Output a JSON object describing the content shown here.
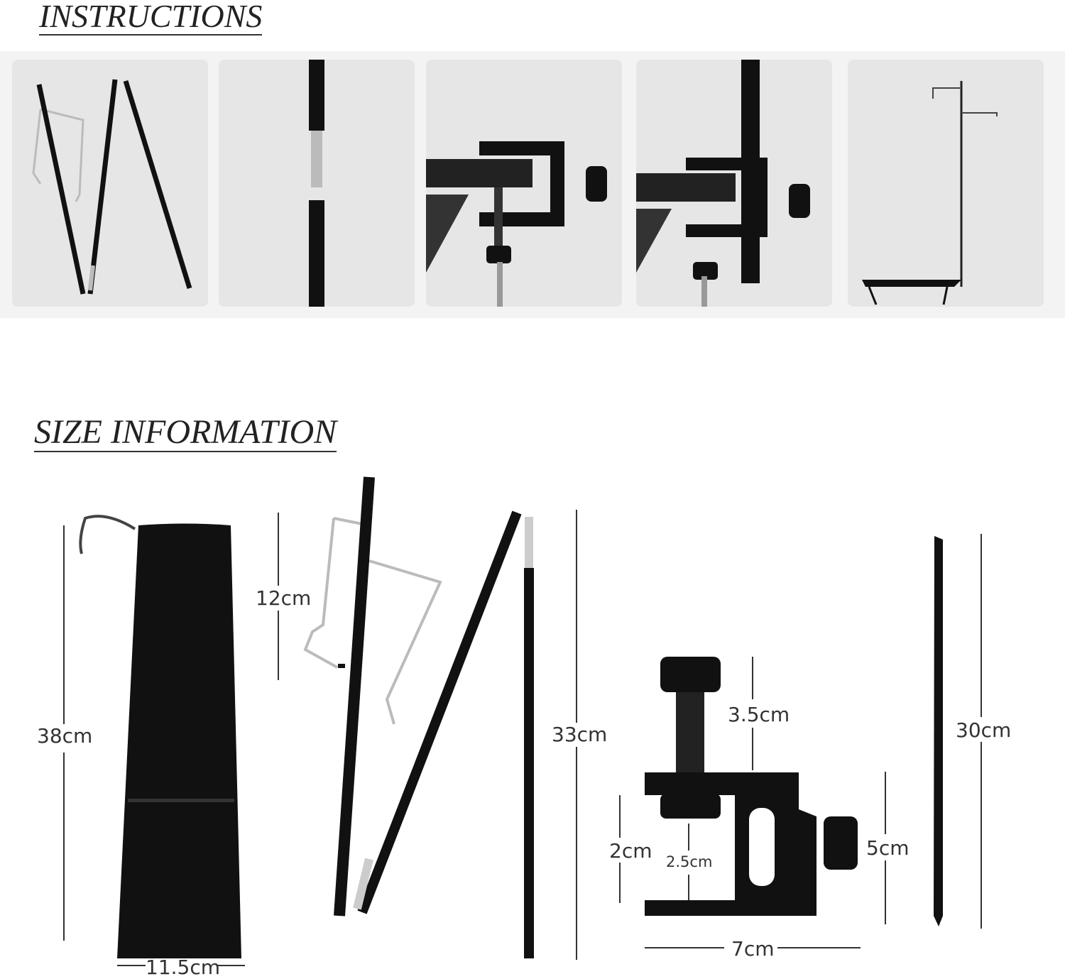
{
  "headings": {
    "instructions": "INSTRUCTIONS",
    "size_information": "SIZE INFORMATION"
  },
  "instruction_steps": [
    "unfold-pole",
    "join-pole-sections",
    "attach-clamp-to-table",
    "insert-pole-in-clamp",
    "assembled-lantern-stand"
  ],
  "dimensions": {
    "bag_height": "38cm",
    "bag_width": "11.5cm",
    "hook_height": "12cm",
    "pole_length": "33cm",
    "screw_length": "3.5cm",
    "clamp_gap": "2cm",
    "clamp_inner": "2.5cm",
    "clamp_height": "5cm",
    "clamp_width": "7cm",
    "stake_length": "30cm"
  },
  "colors": {
    "background": "#ffffff",
    "panel": "#e6e6e6",
    "metal": "#111111",
    "silver": "#c8c8c8"
  }
}
